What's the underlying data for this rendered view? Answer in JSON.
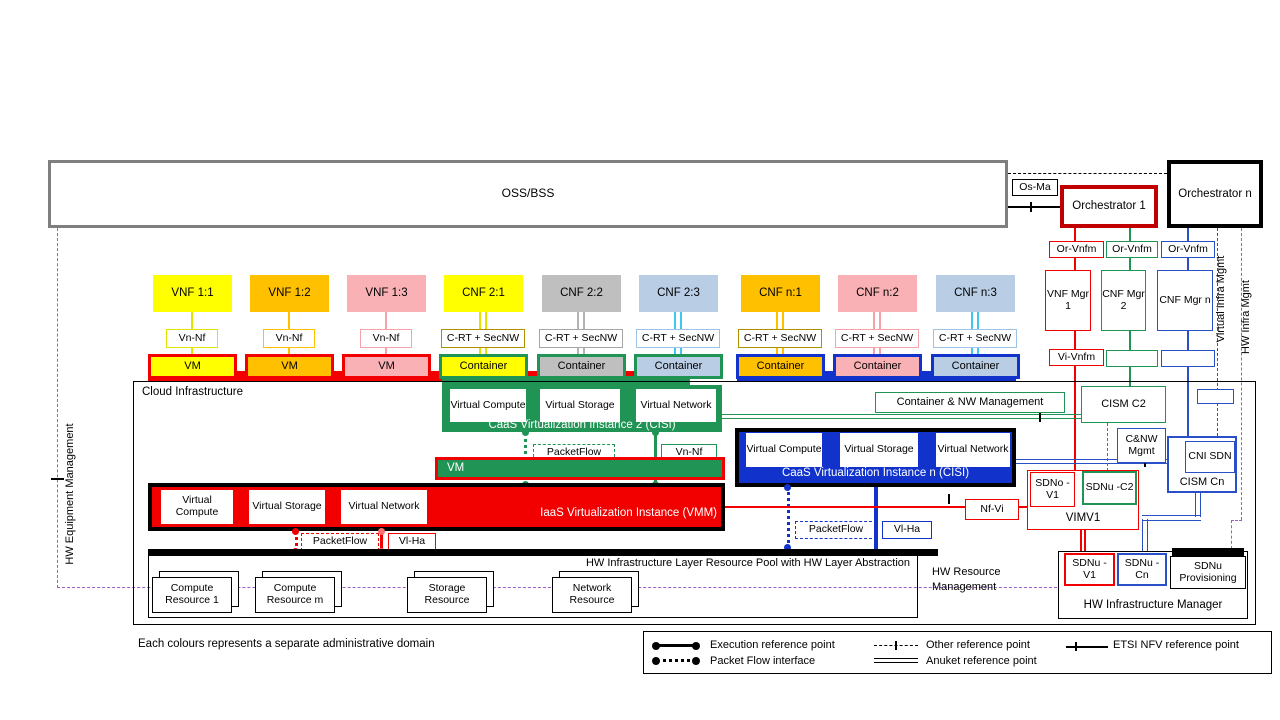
{
  "colors": {
    "red": "#f20000",
    "dark_red": "#c00000",
    "green": "#1f9454",
    "blue": "#1133cc",
    "mgmt_blue": "#2a50c8",
    "purple": "#9a5fc7",
    "yellow": "#ffff00",
    "orange": "#ffc000",
    "pink": "#f9b1b5",
    "gray_fill": "#bfbfbf",
    "light_blue": "#b9cde5",
    "oss_gray": "#7f7f7f"
  },
  "oss": {
    "label": "OSS/BSS"
  },
  "orchestrators": {
    "os_ma": "Os-Ma",
    "orch1": "Orchestrator 1",
    "orch_n": "Orchestrator n"
  },
  "columns": [
    {
      "nf": "VNF 1:1",
      "ref": "Vn-Nf",
      "unit": "VM"
    },
    {
      "nf": "VNF 1:2",
      "ref": "Vn-Nf",
      "unit": "VM"
    },
    {
      "nf": "VNF 1:3",
      "ref": "Vn-Nf",
      "unit": "VM"
    },
    {
      "nf": "CNF 2:1",
      "ref": "C-RT + SecNW",
      "unit": "Container"
    },
    {
      "nf": "CNF 2:2",
      "ref": "C-RT + SecNW",
      "unit": "Container"
    },
    {
      "nf": "CNF 2:3",
      "ref": "C-RT + SecNW",
      "unit": "Container"
    },
    {
      "nf": "CNF n:1",
      "ref": "C-RT + SecNW",
      "unit": "Container"
    },
    {
      "nf": "CNF n:2",
      "ref": "C-RT + SecNW",
      "unit": "Container"
    },
    {
      "nf": "CNF n:3",
      "ref": "C-RT + SecNW",
      "unit": "Container"
    }
  ],
  "cloud": {
    "label": "Cloud Infrastructure"
  },
  "caas2": {
    "title": "CaaS Virtualization Instance 2 (CISI)",
    "compute": "Virtual Compute",
    "storage": "Virtual Storage",
    "network": "Virtual Network",
    "packetflow": "PacketFlow",
    "vn_nf": "Vn-Nf"
  },
  "vm_bar": {
    "label": "VM"
  },
  "iaas": {
    "title": "IaaS Virtualization Instance (VMM)",
    "compute": "Virtual Compute",
    "storage": "Virtual Storage",
    "network": "Virtual Network",
    "packetflow": "PacketFlow",
    "vl_ha": "Vl-Ha"
  },
  "caasn": {
    "title": "CaaS Virtualization Instance n (CISI)",
    "compute": "Virtual Compute",
    "storage": "Virtual Storage",
    "network": "Virtual Network",
    "packetflow": "PacketFlow",
    "vl_ha": "Vl-Ha"
  },
  "mgmt": {
    "or_vnfm_1": "Or-Vnfm",
    "or_vnfm_2": "Or-Vnfm",
    "or_vnfm_n": "Or-Vnfm",
    "vnf_mgr_1": "VNF Mgr 1",
    "cnf_mgr_2": "CNF Mgr 2",
    "cnf_mgr_n": "CNF Mgr n",
    "vi_vnfm": "Vi-Vnfm",
    "virtual_infra_mgmt": "Virtual Infra Mgmt",
    "hw_infra_mgmt": "HW Infra Mgmt",
    "container_nw_mgmt": "Container & NW Management",
    "cism_c2": "CISM C2",
    "cnw_mgmt": "C&NW Mgmt",
    "cni_sdn": "CNI SDN",
    "cism_cn": "CISM Cn",
    "nf_vi": "Nf-Vi",
    "sdno_v1": "SDNo -V1",
    "sdnu_c2": "SDNu -C2",
    "vimv1": "VIMV1"
  },
  "hw": {
    "pool_title": "HW Infrastructure Layer Resource Pool with HW Layer Abstraction",
    "resources": [
      "Compute Resource 1",
      "Compute Resource m",
      "Storage Resource",
      "Network Resource"
    ],
    "hw_resource_mgmt": "HW Resource Management",
    "hw_equipment_mgmt": "HW Equipment Management",
    "manager": "HW Infrastructure Manager",
    "sdnu_v1": "SDNu -V1",
    "sdnu_cn": "SDNu -Cn",
    "sdnu_provisioning": "SDNu Provisioning"
  },
  "legend": {
    "note": "Each colours represents a separate administrative domain",
    "execution": "Execution reference point",
    "packet_flow": "Packet Flow interface",
    "other": "Other reference point",
    "anuket": "Anuket reference point",
    "etsi": "ETSI NFV reference point"
  }
}
